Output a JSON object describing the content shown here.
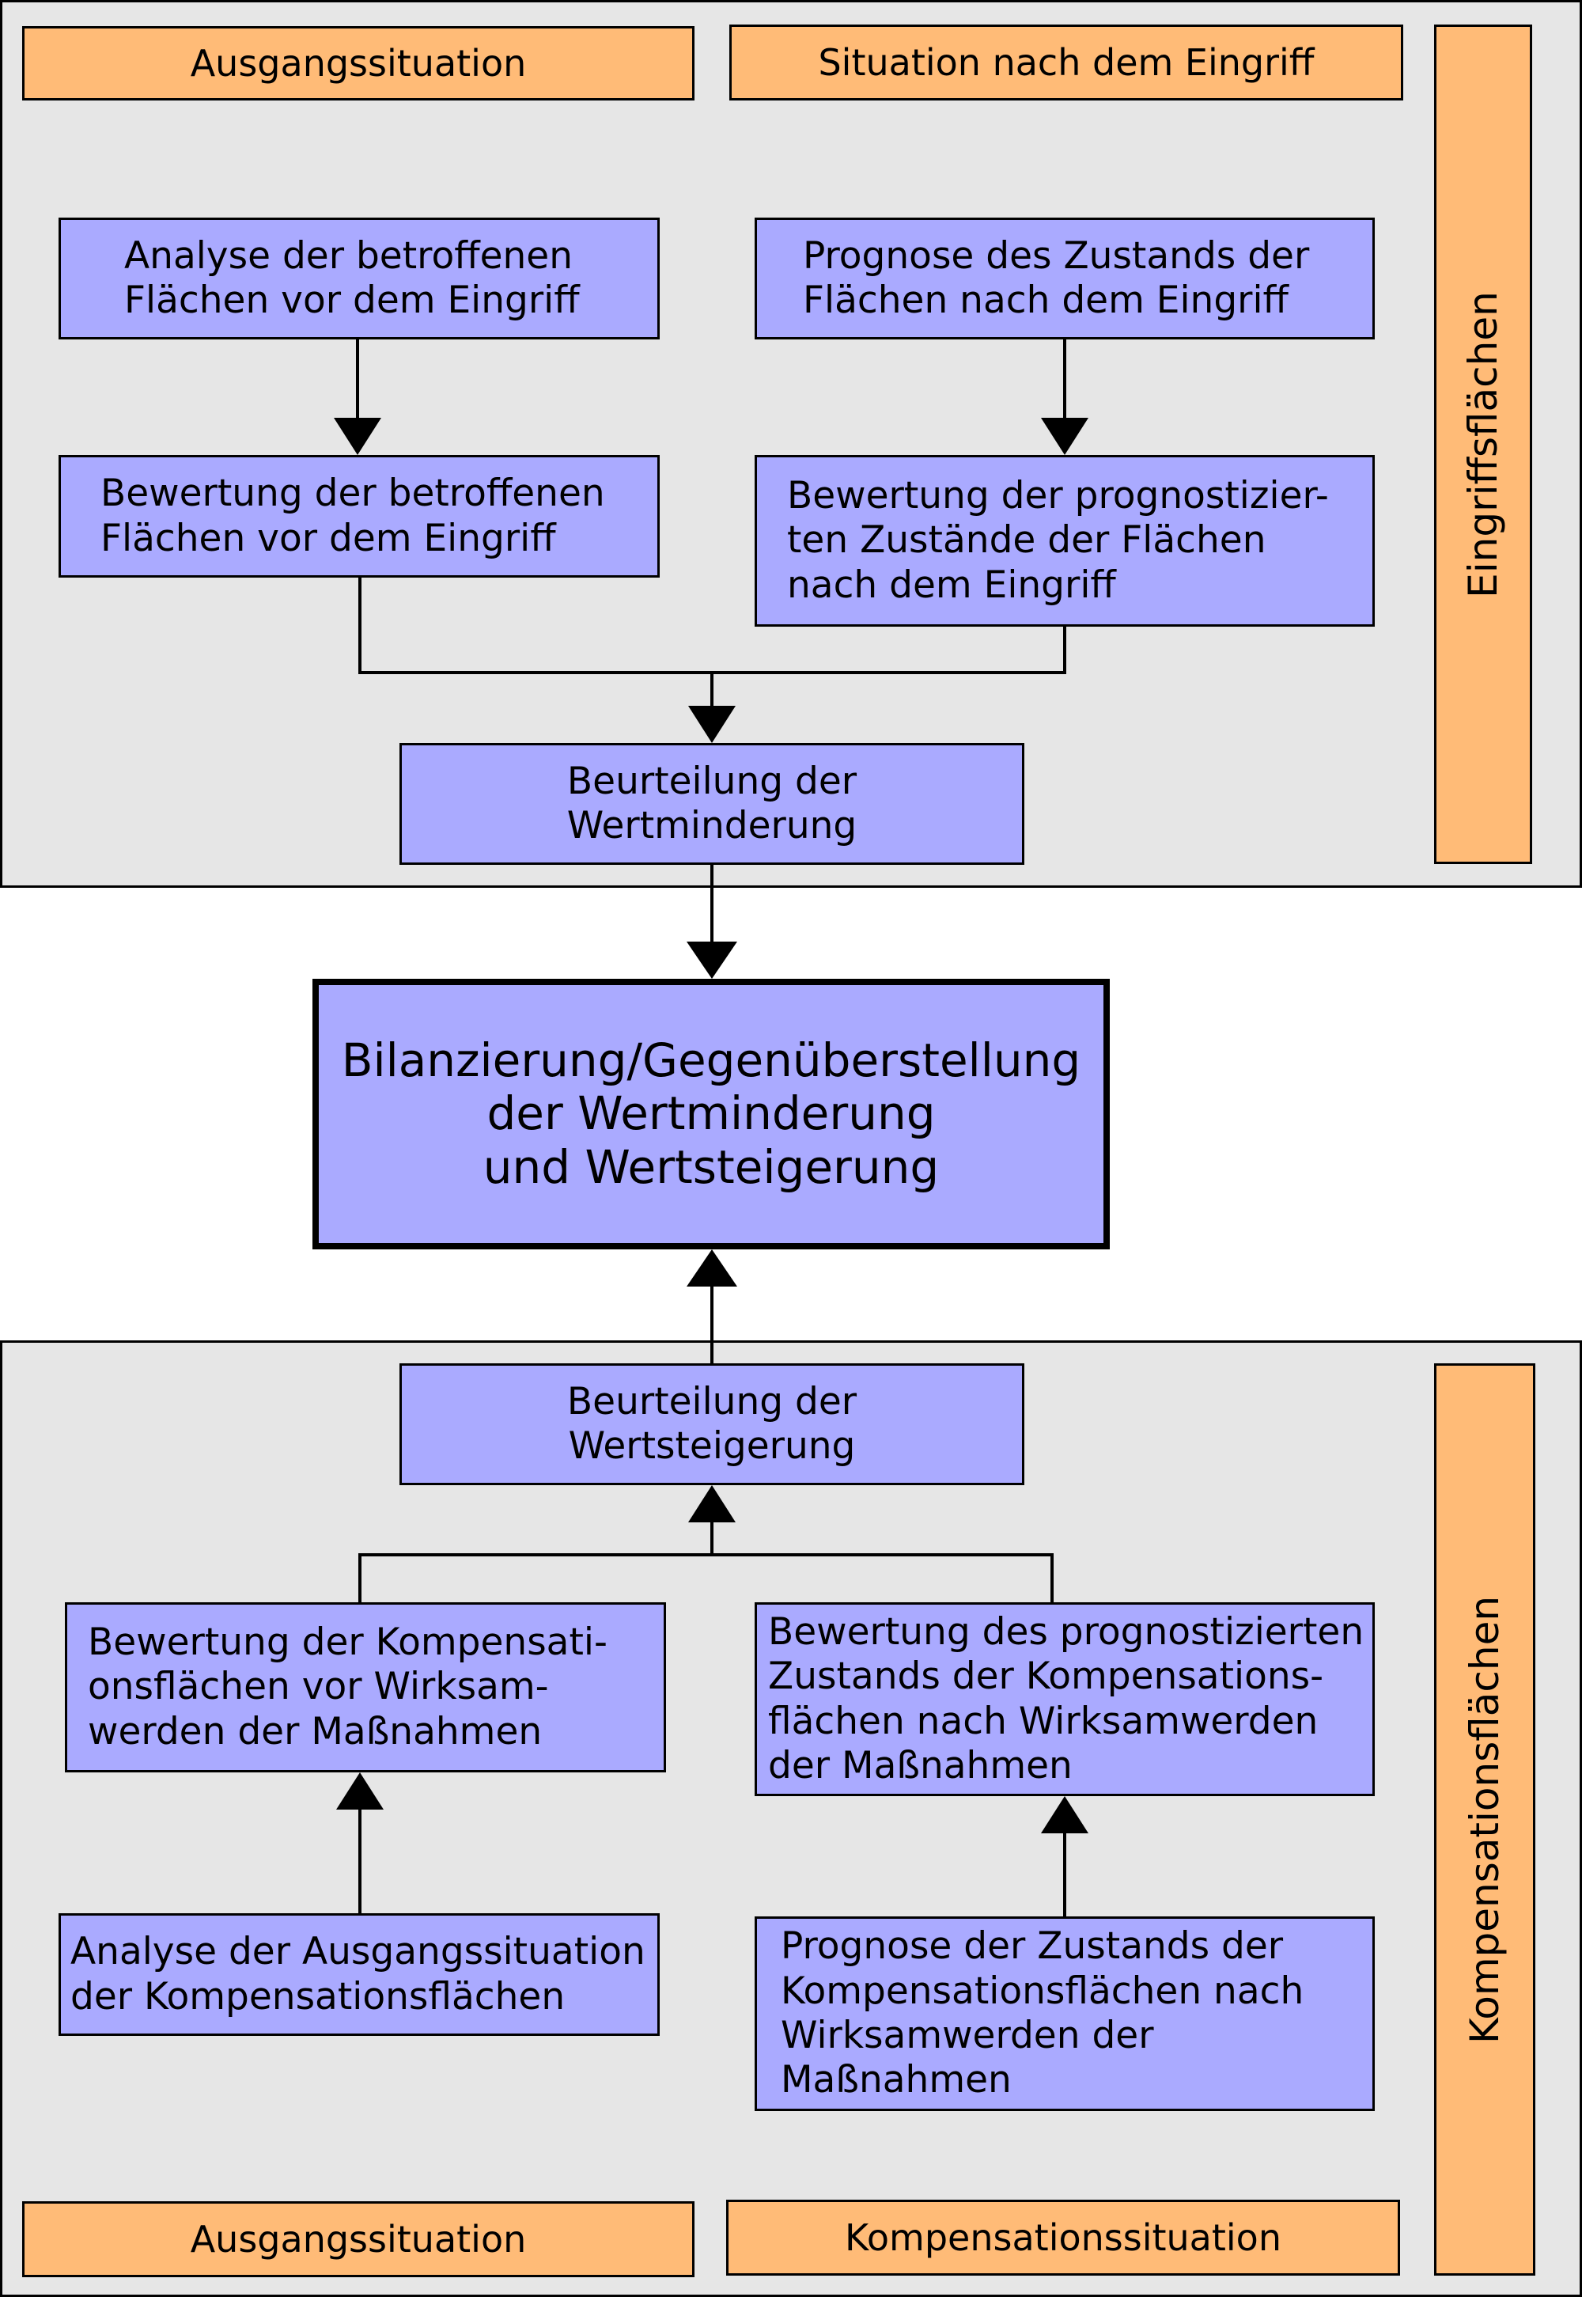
{
  "top": {
    "header_left": "Ausgangssituation",
    "header_right": "Situation nach dem Eingriff",
    "side_label": "Eingriffsflächen",
    "box_analyse": "Analyse der betroffenen\nFlächen vor dem Eingriff",
    "box_prognose": "Prognose des Zustands der\nFlächen nach dem Eingriff",
    "box_bewertung_left": "Bewertung der betroffenen\nFlächen vor dem Eingriff",
    "box_bewertung_right": "Bewertung der prognostizier-\nten Zustände der Flächen\nnach dem Eingriff",
    "box_beurteilung": "Beurteilung der\nWertminderung"
  },
  "center": {
    "title": "Bilanzierung/Gegenüberstellung\nder Wertminderung\nund Wertsteigerung"
  },
  "bottom": {
    "box_beurteilung": "Beurteilung der\nWertsteigerung",
    "box_bewertung_left": "Bewertung der Kompensati-\nonsflächen vor Wirksam-\nwerden der Maßnahmen",
    "box_bewertung_right": "Bewertung des prognostizierten\nZustands der Kompensations-\nflächen nach Wirksamwerden\nder Maßnahmen",
    "box_analyse": "Analyse der Ausgangssituation\nder Kompensationsflächen",
    "box_prognose": "Prognose der Zustands der\nKompensationsflächen nach\nWirksamwerden der\nMaßnahmen",
    "footer_left": "Ausgangssituation",
    "footer_right": "Kompensationssituation",
    "side_label": "Kompensationsflächen"
  },
  "colors": {
    "panel": "#e6e6e6",
    "box": "#aaaaff",
    "label": "#ffbb77",
    "line": "#000000"
  }
}
